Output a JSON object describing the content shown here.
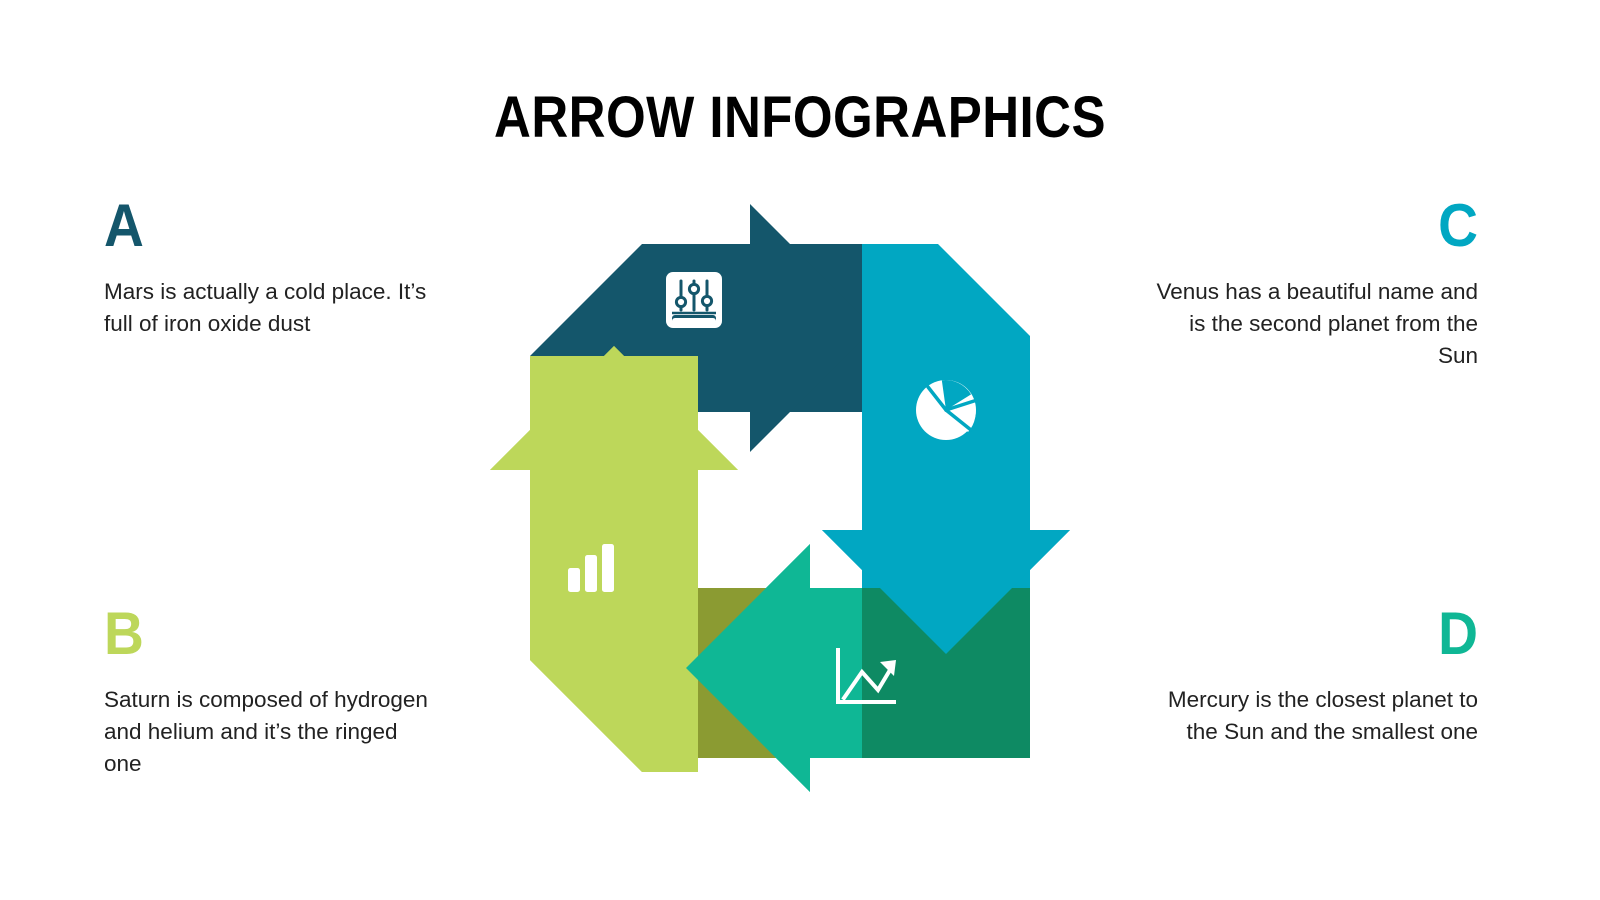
{
  "slide": {
    "background_color": "#ffffff",
    "title": "ARROW INFOGRAPHICS"
  },
  "blocks": [
    {
      "id": "a",
      "letter": "A",
      "letter_color": "#14566B",
      "text": "Mars is actually a cold place. It’s full of iron oxide dust",
      "align": "left"
    },
    {
      "id": "b",
      "letter": "B",
      "letter_color": "#BDD75A",
      "text": "Saturn is composed of hydrogen and helium and it’s the ringed one",
      "align": "left"
    },
    {
      "id": "c",
      "letter": "C",
      "letter_color": "#01A7C2",
      "text": "Venus has a beautiful name and is the second planet from the Sun",
      "align": "right"
    },
    {
      "id": "d",
      "letter": "D",
      "letter_color": "#0FB795",
      "text": "Mercury is the closest planet to the Sun and the smallest one",
      "align": "right"
    }
  ],
  "diagram": {
    "type": "cycle-arrows",
    "arrows": [
      {
        "id": "top",
        "direction": "right",
        "color": "#14566B",
        "icon": "sliders-icon",
        "linked_block": "A"
      },
      {
        "id": "right",
        "direction": "down",
        "color": "#01A7C2",
        "icon": "pie-chart-icon",
        "linked_block": "C"
      },
      {
        "id": "bottom",
        "direction": "left",
        "color": "#0FB795",
        "icon": "line-chart-icon",
        "linked_block": "D"
      },
      {
        "id": "left",
        "direction": "up",
        "color": "#BDD75A",
        "icon": "bar-chart-icon",
        "linked_block": "B"
      }
    ],
    "overlaps": [
      {
        "id": "top-left",
        "color": "#0F3D4A"
      },
      {
        "id": "bottom-right",
        "color": "#0E8A63"
      },
      {
        "id": "bottom-left",
        "color": "#8B9B32"
      }
    ],
    "icon_color": "#ffffff"
  }
}
